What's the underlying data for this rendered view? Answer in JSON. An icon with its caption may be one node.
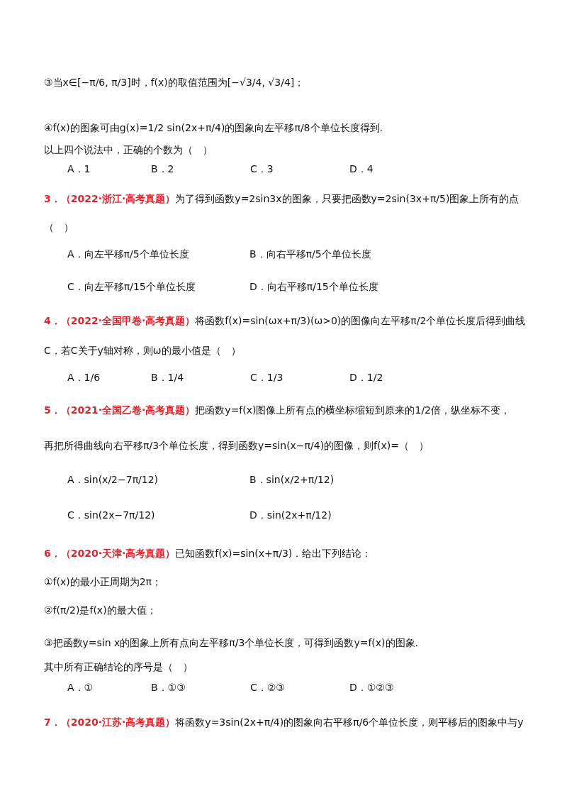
{
  "diagram": {
    "labels": [
      "③当x∈[−π/6, π/3]时，f(x)的取值范围为[−√3/4, √3/4]；",
      "④f(x)的图象可由g(x)=1/2 sin(2x+π/4)的图象向左平移π/8个单位长度得到.",
      "以上四个说法中，正确的个数为（　）",
      "A．1",
      "B．2",
      "C．3",
      "D．4",
      "3．（2022·浙江·高考真题）",
      "为了得到函数y=2sin3x的图象，只要把函数y=2sin(3x+π/5)图象上所有的点",
      "（　）",
      "A．向左平移π/5个单位长度",
      "B．向右平移π/5个单位长度",
      "C．向左平移π/15个单位长度",
      "D．向右平移π/15个单位长度",
      "4．（2022·全国甲卷·高考真题）",
      "将函数f(x)=sin(ωx+π/3)(ω>0)的图像向左平移π/2个单位长度后得到曲线",
      "C，若C关于y轴对称，则ω的最小值是（　）",
      "A．1/6",
      "B．1/4",
      "C．1/3",
      "D．1/2",
      "5．（2021·全国乙卷·高考真题）",
      "把函数y=f(x)图像上所有点的横坐标缩短到原来的1/2倍，纵坐标不变，",
      "再把所得曲线向右平移π/3个单位长度，得到函数y=sin(x−π/4)的图像，则f(x)=（　）",
      "A．sin(x/2−7π/12)",
      "B．sin(x/2+π/12)",
      "C．sin(2x−7π/12)",
      "D．sin(2x+π/12)",
      "6．（2020·天津·高考真题）",
      "已知函数f(x)=sin(x+π/3)．给出下列结论：",
      "①f(x)的最小正周期为2π；",
      "②f(π/2)是f(x)的最大值；",
      "③把函数y=sin x的图象上所有点向左平移π/3个单位长度，可得到函数y=f(x)的图象.",
      "其中所有正确结论的序号是（　）",
      "A．①",
      "B．①③",
      "C．②③",
      "D．①②③",
      "7．（2020·江苏·高考真题）",
      "将函数y=3sin(2x+π/4)的图象向右平移π/6个单位长度，则平移后的图象中与y"
    ]
  }
}
